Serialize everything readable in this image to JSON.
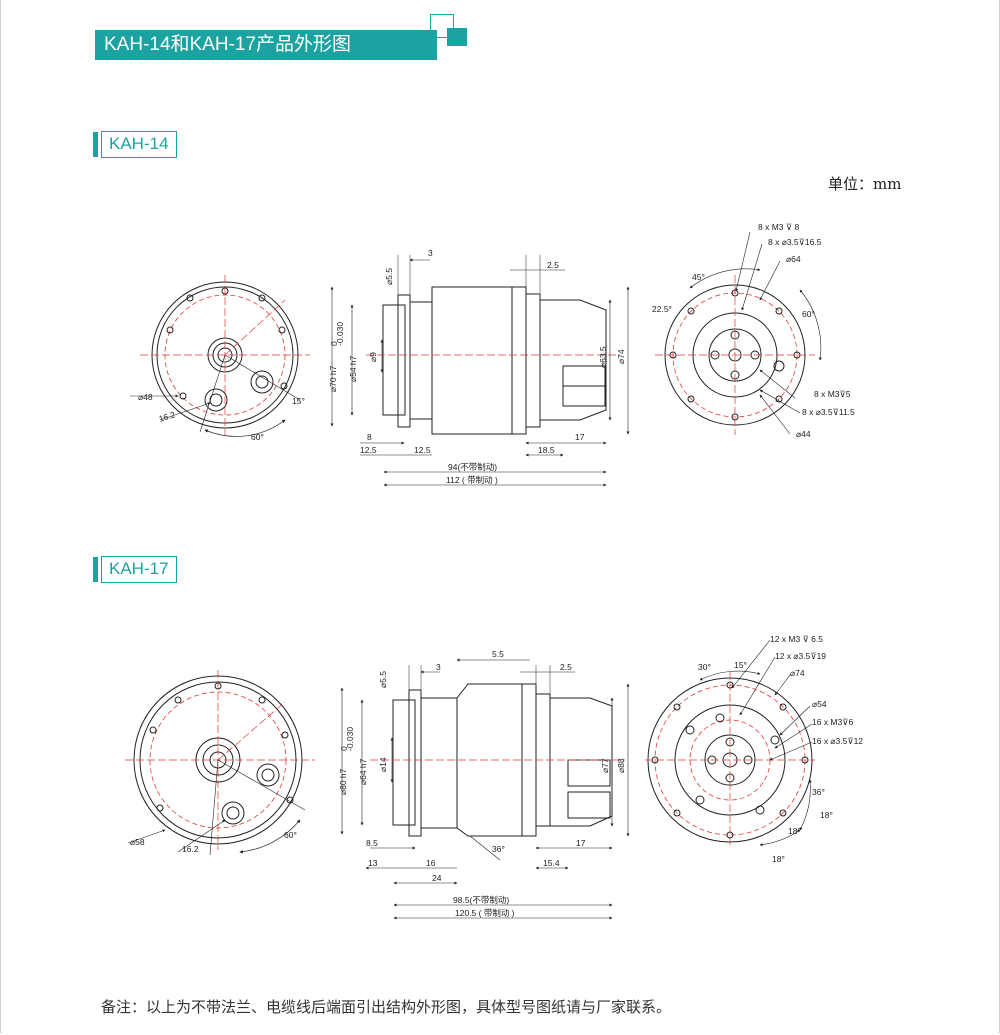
{
  "header": {
    "title": "KAH-14和KAH-17产品外形图"
  },
  "unit_label": "单位：mm",
  "sections": [
    {
      "name": "KAH-14",
      "front_view": {
        "labels": [
          "⌀48",
          "16.2",
          "60°",
          "15°"
        ]
      },
      "side_view": {
        "labels": [
          "3",
          "2.5",
          "⌀5.5",
          "⌀70 h7",
          "⌀54 h7",
          "⌀9",
          "⌀63.5",
          "⌀74",
          "8",
          "12.5",
          "12.5",
          "18.5",
          "17",
          "94(不带制动)",
          "112 ( 带制动 )"
        ]
      },
      "rear_view": {
        "labels": [
          "8 x  M3 ⊽ 8",
          "8 x ⌀3.5⊽16.5",
          "⌀64",
          "45°",
          "22.5°",
          "60°",
          "8 x M3⊽5",
          "8 x ⌀3.5⊽11.5",
          "⌀44"
        ]
      }
    },
    {
      "name": "KAH-17",
      "front_view": {
        "labels": [
          "⌀58",
          "16.2",
          "60°"
        ]
      },
      "side_view": {
        "labels": [
          "3",
          "5.5",
          "2.5",
          "⌀5.5",
          "⌀80 h7",
          "⌀64 h7",
          "⌀14",
          "⌀77",
          "⌀88",
          "8.5",
          "13",
          "16",
          "24",
          "36°",
          "17",
          "15.4",
          "98.5(不带制动)",
          "120.5 ( 带制动 )"
        ]
      },
      "rear_view": {
        "labels": [
          "12 x M3 ⊽ 6.5",
          "12 x ⌀3.5⊽19",
          "⌀74",
          "30°",
          "15°",
          "⌀54",
          "16 x M3⊽6",
          "16 x ⌀3.5⊽12",
          "36°",
          "18°",
          "18°",
          "18°"
        ]
      }
    }
  ],
  "tolerance": {
    "upper": "0",
    "lower": "-0.030"
  },
  "footnote": "备注：以上为不带法兰、电缆线后端面引出结构外形图，具体型号图纸请与厂家联系。",
  "colors": {
    "accent": "#1aa3a0",
    "line": "#222222",
    "centerline": "#e23a3a"
  }
}
